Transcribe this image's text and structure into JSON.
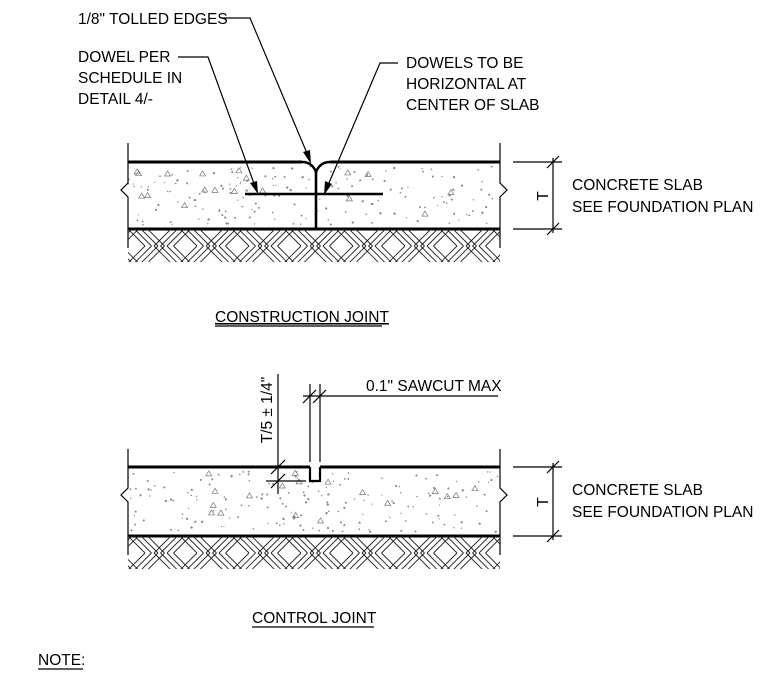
{
  "construction_joint": {
    "title": "CONSTRUCTION JOINT",
    "callout_tolled": "1/8\" TOLLED EDGES",
    "callout_dowel": [
      "DOWEL PER",
      "SCHEDULE IN",
      "DETAIL 4/-"
    ],
    "callout_dowels_horizontal": [
      "DOWELS TO BE",
      "HORIZONTAL AT",
      "CENTER OF SLAB"
    ],
    "slab_note": [
      "CONCRETE SLAB",
      "SEE FOUNDATION PLAN"
    ],
    "thickness_label": "T"
  },
  "control_joint": {
    "title": "CONTROL JOINT",
    "sawcut_label": "0.1\" SAWCUT MAX",
    "depth_label": "T/5 ± 1/4\"",
    "slab_note": [
      "CONCRETE SLAB",
      "SEE FOUNDATION PLAN"
    ],
    "thickness_label": "T"
  },
  "note_heading": "NOTE:"
}
